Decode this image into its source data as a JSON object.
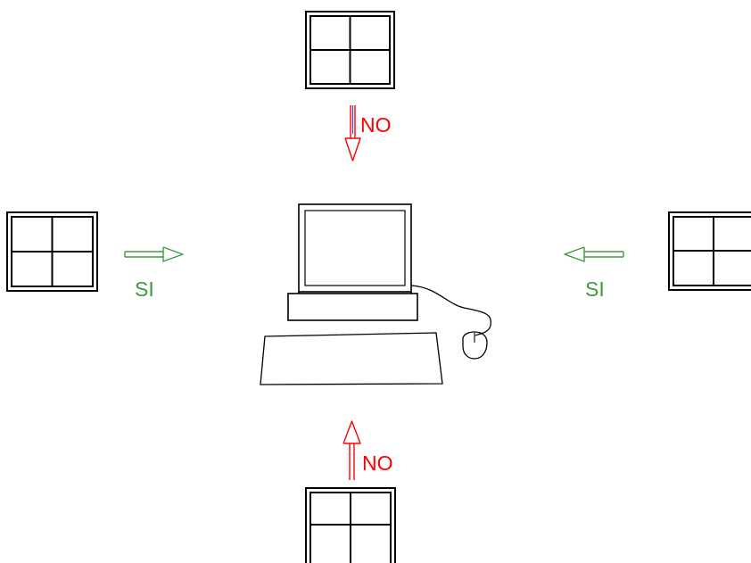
{
  "colors": {
    "no": "#ff0000",
    "si": "#3f9a3f",
    "line": "#000000",
    "arrow_stem_accent": "#cc00cc"
  },
  "windows": {
    "top": {
      "icon": "window-icon"
    },
    "left": {
      "icon": "window-icon"
    },
    "right": {
      "icon": "window-icon"
    },
    "bottom": {
      "icon": "window-icon"
    }
  },
  "arrows": {
    "top": {
      "label": "NO",
      "direction": "down",
      "color_key": "no"
    },
    "bottom": {
      "label": "NO",
      "direction": "up",
      "color_key": "no"
    },
    "left": {
      "label": "SI",
      "direction": "right",
      "color_key": "si"
    },
    "right": {
      "label": "SI",
      "direction": "left",
      "color_key": "si"
    }
  },
  "computer": {
    "icon": "computer-icon",
    "mouse_icon": "mouse-icon",
    "keyboard_icon": "keyboard-icon"
  }
}
